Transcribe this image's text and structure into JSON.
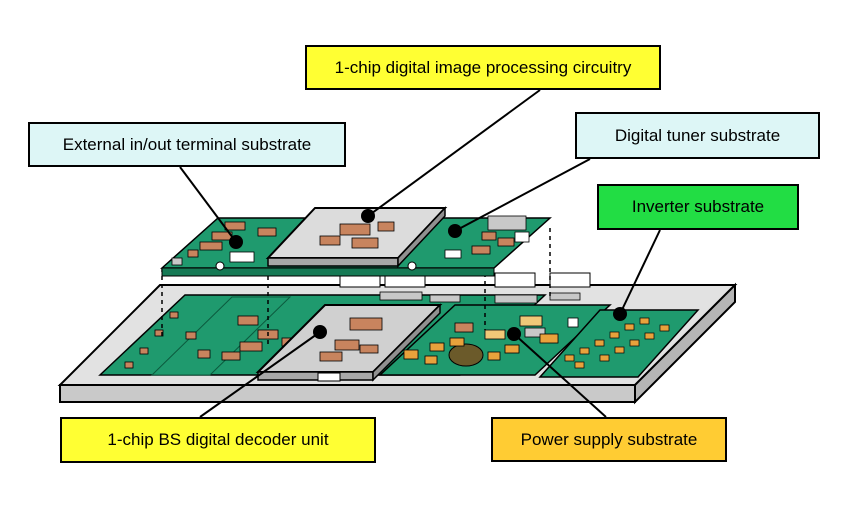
{
  "labels": {
    "image_processing": "1-chip digital image processing circuitry",
    "external_terminal": "External in/out terminal substrate",
    "digital_tuner": "Digital tuner substrate",
    "inverter": "Inverter substrate",
    "bs_decoder": "1-chip BS digital decoder unit",
    "power_supply": "Power supply substrate"
  },
  "colors": {
    "yellow_label": "#ffff33",
    "light_cyan_label": "#ddf6f6",
    "green_label": "#22dd44",
    "orange_label": "#ffcc33",
    "pcb_green": "#1f9a6e",
    "base_gray": "#dcdcdc",
    "component_copper": "#c8845e",
    "component_orange": "#e8a23c",
    "chip_gray": "#c8c8c8"
  }
}
